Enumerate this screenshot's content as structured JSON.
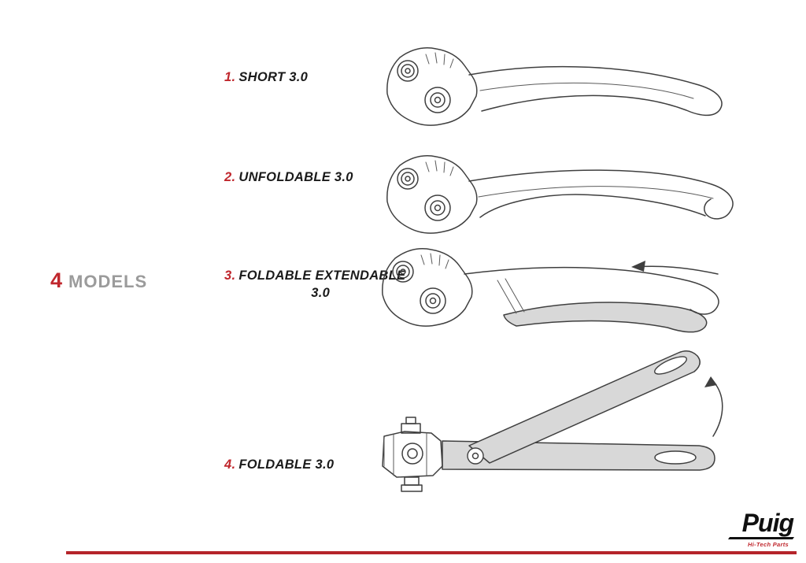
{
  "colors": {
    "accent_red": "#c0272d",
    "heading_gray": "#9b9b9b",
    "line_dark": "#3f3f3f",
    "fill_gray": "#d8d8d8",
    "footer_rule_red": "#b5242a"
  },
  "heading": {
    "number": "4",
    "text": "MODELS"
  },
  "models": [
    {
      "number": "1.",
      "label": "SHORT 3.0",
      "illustration": "short-lever-line-art"
    },
    {
      "number": "2.",
      "label": "UNFOLDABLE 3.0",
      "illustration": "unfoldable-lever-line-art"
    },
    {
      "number": "3.",
      "label": "FOLDABLE EXTENDABLE",
      "label_line2": "3.0",
      "illustration": "foldable-extendable-lever-line-art"
    },
    {
      "number": "4.",
      "label": "FOLDABLE 3.0",
      "illustration": "folded-lever-line-art"
    }
  ],
  "footer": {
    "brand": "Puig",
    "tagline": "Hi-Tech Parts"
  }
}
